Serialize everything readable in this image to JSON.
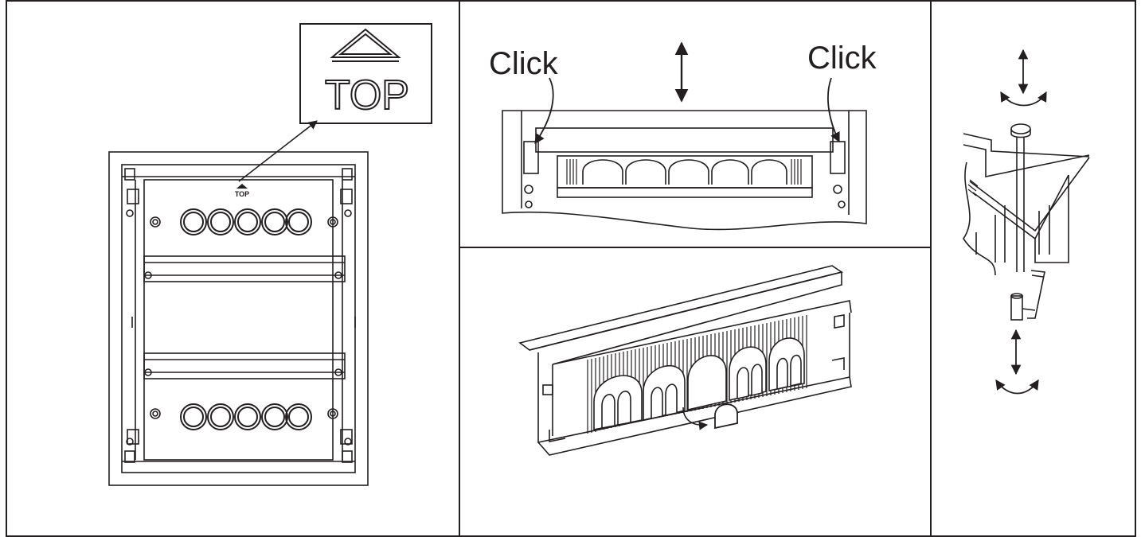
{
  "panels": {
    "enclosure": {
      "inset_label": "TOP",
      "plate_label": "TOP"
    },
    "rail_mount": {
      "left_label": "Click",
      "right_label": "Click"
    },
    "terminal_cover": {},
    "screw_fixing": {}
  },
  "colors": {
    "line": "#231f20",
    "background": "#ffffff"
  }
}
